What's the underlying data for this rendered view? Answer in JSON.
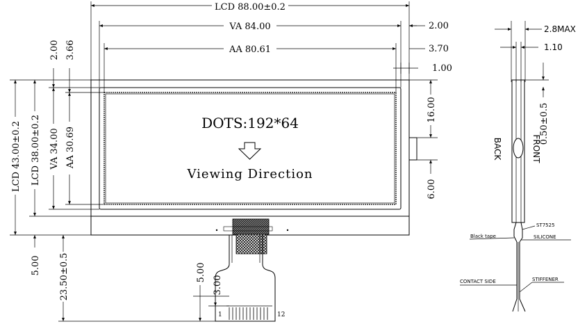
{
  "front_view": {
    "dims_top": {
      "lcd_width": "LCD 88.00±0.2",
      "va_width": "VA 84.00",
      "aa_width": "AA 80.61",
      "right_offset_1": "2.00",
      "right_offset_2": "3.70",
      "right_offset_3": "1.00"
    },
    "dims_left": {
      "top_offset_1": "2.00",
      "top_offset_2": "3.66",
      "lcd_height_outer": "LCD 43.00±0.2",
      "lcd_height_inner": "LCD 38.00±0.2",
      "va_height": "VA 34.00",
      "aa_height": "AA 30.69",
      "bottom_ledge": "5.00",
      "fpc_length": "23.50±0.5"
    },
    "dims_right": {
      "upper": "16.00",
      "lower": "6.00"
    },
    "dims_fpc": {
      "tail_1": "5.00",
      "tail_2": "3.00"
    },
    "dots_label": "DOTS:192*64",
    "viewing_label": "Viewing Direction",
    "fpc_pin_first": "1",
    "fpc_pin_last": "12"
  },
  "side_view": {
    "thickness_max": "2.8MAX",
    "thickness_glass": "1.10",
    "step": "0.50±0.5",
    "back_label": "BACK",
    "front_label": "FRONT",
    "ic_label": "ST7525",
    "black_tape": "Black tape",
    "silicone": "SILICONE",
    "contact_side": "CONTACT SIDE",
    "stiffener": "STIFFENER"
  }
}
